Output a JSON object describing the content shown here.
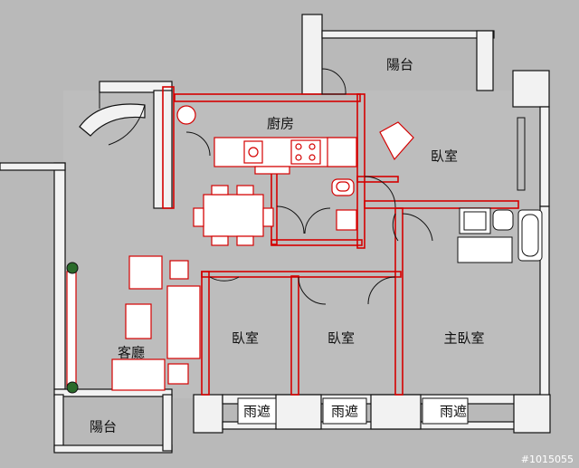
{
  "rooms": {
    "balcony_top": "陽台",
    "kitchen": "廚房",
    "bedroom_ne": "臥室",
    "living": "客廳",
    "bedroom_1": "臥室",
    "bedroom_2": "臥室",
    "master_bedroom": "主臥室",
    "balcony_bottom": "陽台",
    "awning_1": "雨遮",
    "awning_2": "雨遮",
    "awning_3": "雨遮"
  },
  "watermark": "#1015055",
  "colors": {
    "background": "#b9b9b9",
    "floor": "#bdbdbd",
    "wall": "#f2f2f2",
    "accent": "#d40000"
  },
  "icons": [
    "plant-icon",
    "sink-icon",
    "stove-icon",
    "toilet-icon",
    "bathtub-icon"
  ]
}
